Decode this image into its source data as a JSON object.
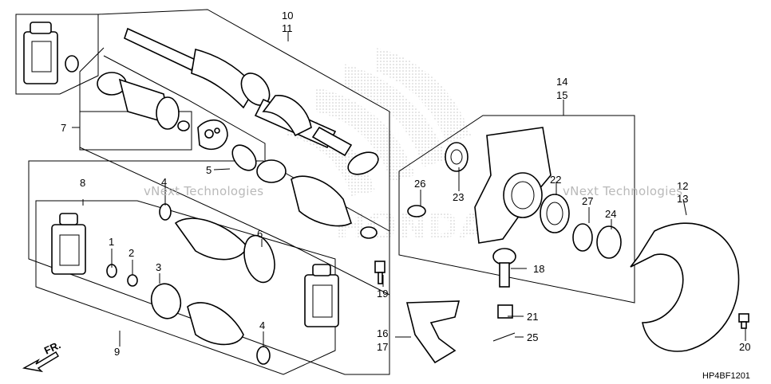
{
  "callouts": {
    "c1": "1",
    "c2": "2",
    "c3": "3",
    "c4a": "4",
    "c4b": "4",
    "c5": "5",
    "c6": "6",
    "c7": "7",
    "c8": "8",
    "c9": "9",
    "c10": "10",
    "c11": "11",
    "c12": "12",
    "c13": "13",
    "c14": "14",
    "c15": "15",
    "c16": "16",
    "c17": "17",
    "c18": "18",
    "c19": "19",
    "c20": "20",
    "c21": "21",
    "c22": "22",
    "c23": "23",
    "c24": "24",
    "c25": "25",
    "c26": "26",
    "c27": "27"
  },
  "direction_label": "FR.",
  "diagram_code": "HP4BF1201",
  "watermark_text": "vNext Technologies",
  "logo_text": "HONDA"
}
